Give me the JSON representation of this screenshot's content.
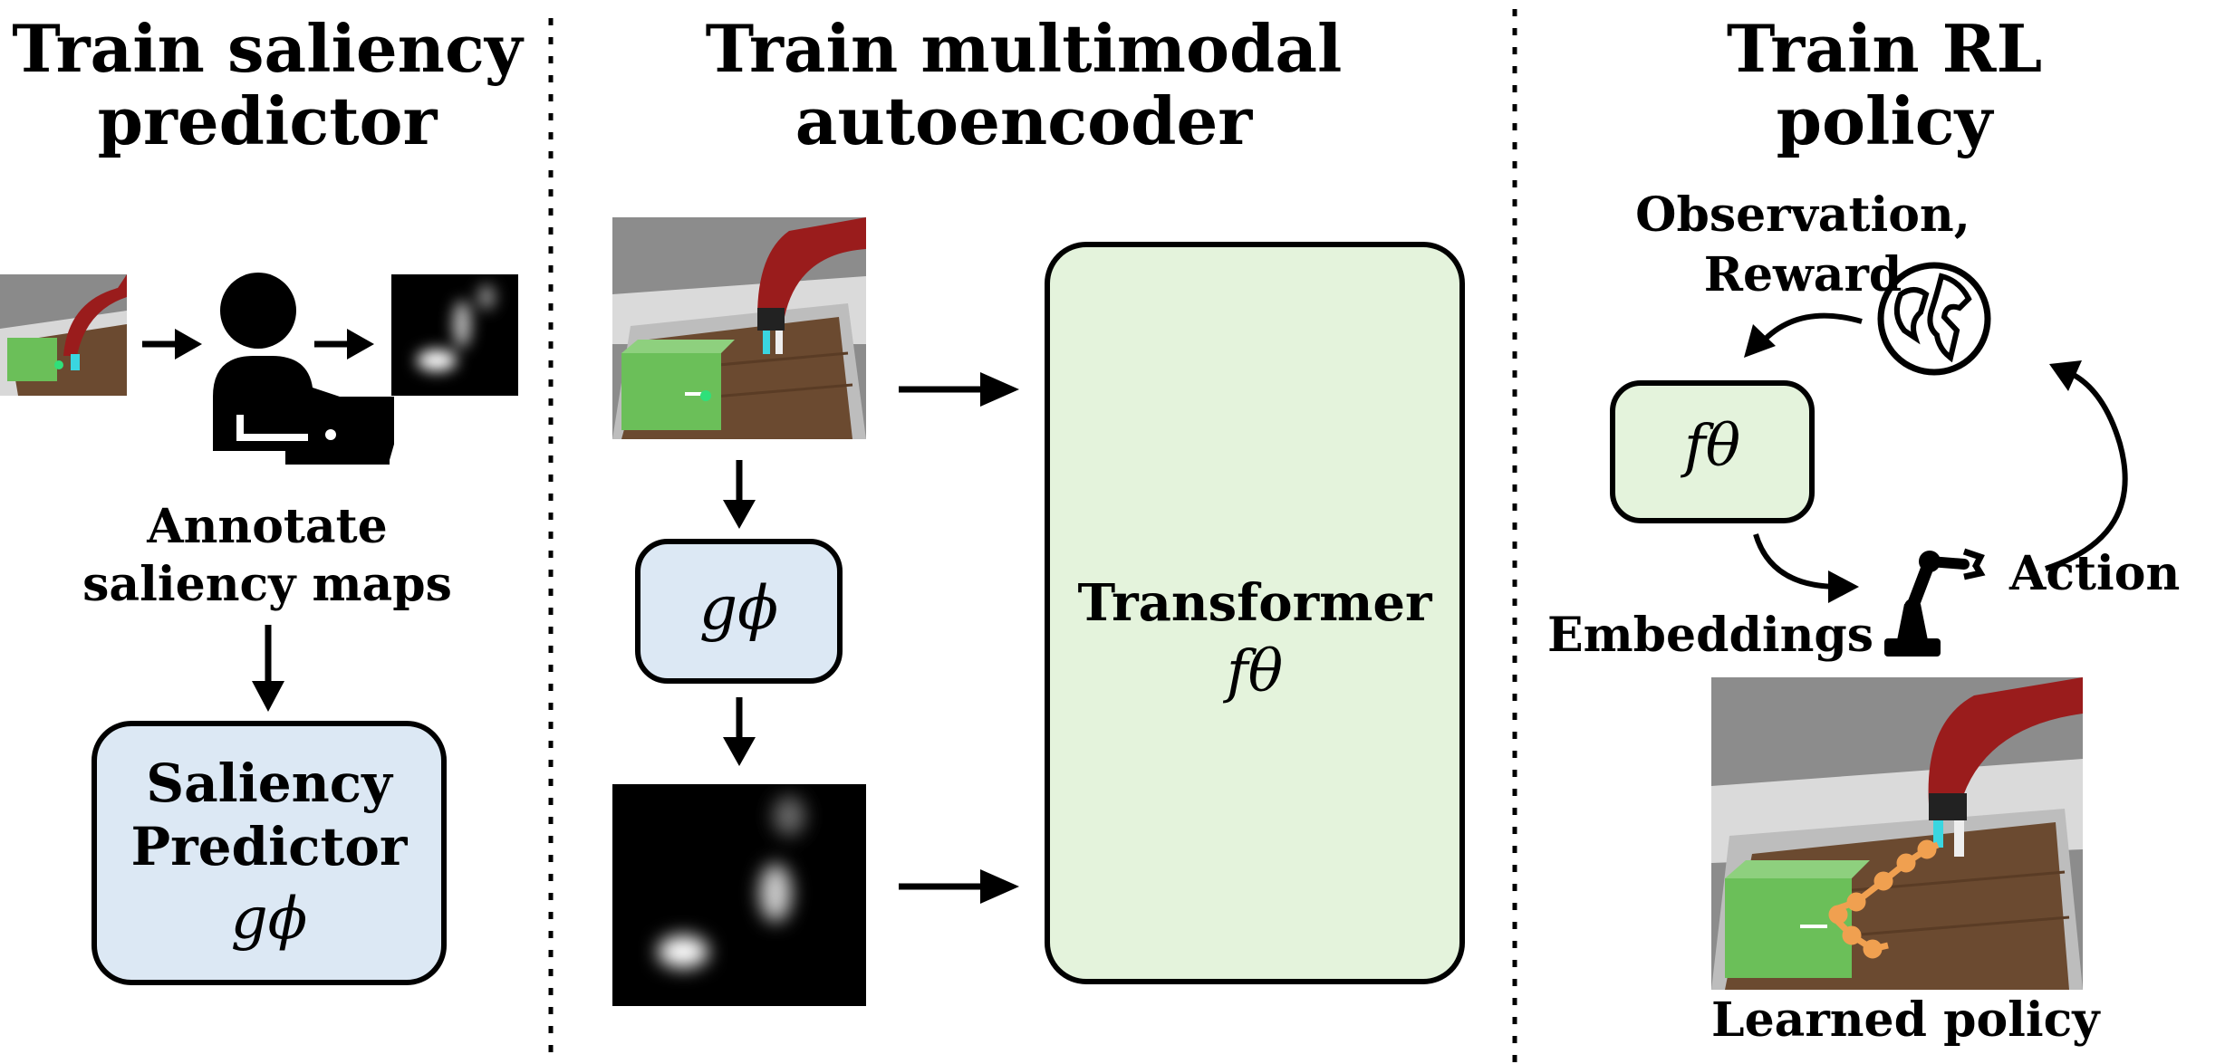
{
  "panels": {
    "saliency": {
      "title_line1": "Train saliency",
      "title_line2": "predictor",
      "annotate_line1": "Annotate",
      "annotate_line2": "saliency maps",
      "box_line1": "Saliency",
      "box_line2": "Predictor",
      "box_symbol": "gϕ"
    },
    "autoencoder": {
      "title_line1": "Train multimodal",
      "title_line2": "autoencoder",
      "encoder_symbol": "gϕ",
      "transformer_label": "Transformer",
      "transformer_symbol": "fθ"
    },
    "rl": {
      "title_line1": "Train RL",
      "title_line2": "policy",
      "observation_line1": "Observation,",
      "observation_line2": "Reward",
      "policy_symbol": "fθ",
      "action_label": "Action",
      "embeddings_label": "Embeddings",
      "learned_policy_label": "Learned policy"
    }
  },
  "colors": {
    "predictor_fill": "#dce8f4",
    "transformer_fill": "#e4f3dc",
    "trajectory": "#f0a050",
    "robot_red": "#9a1c1c",
    "drawer_green": "#6bbf59"
  },
  "icons": [
    "person-laptop-icon",
    "globe-icon",
    "robot-arm-icon"
  ]
}
